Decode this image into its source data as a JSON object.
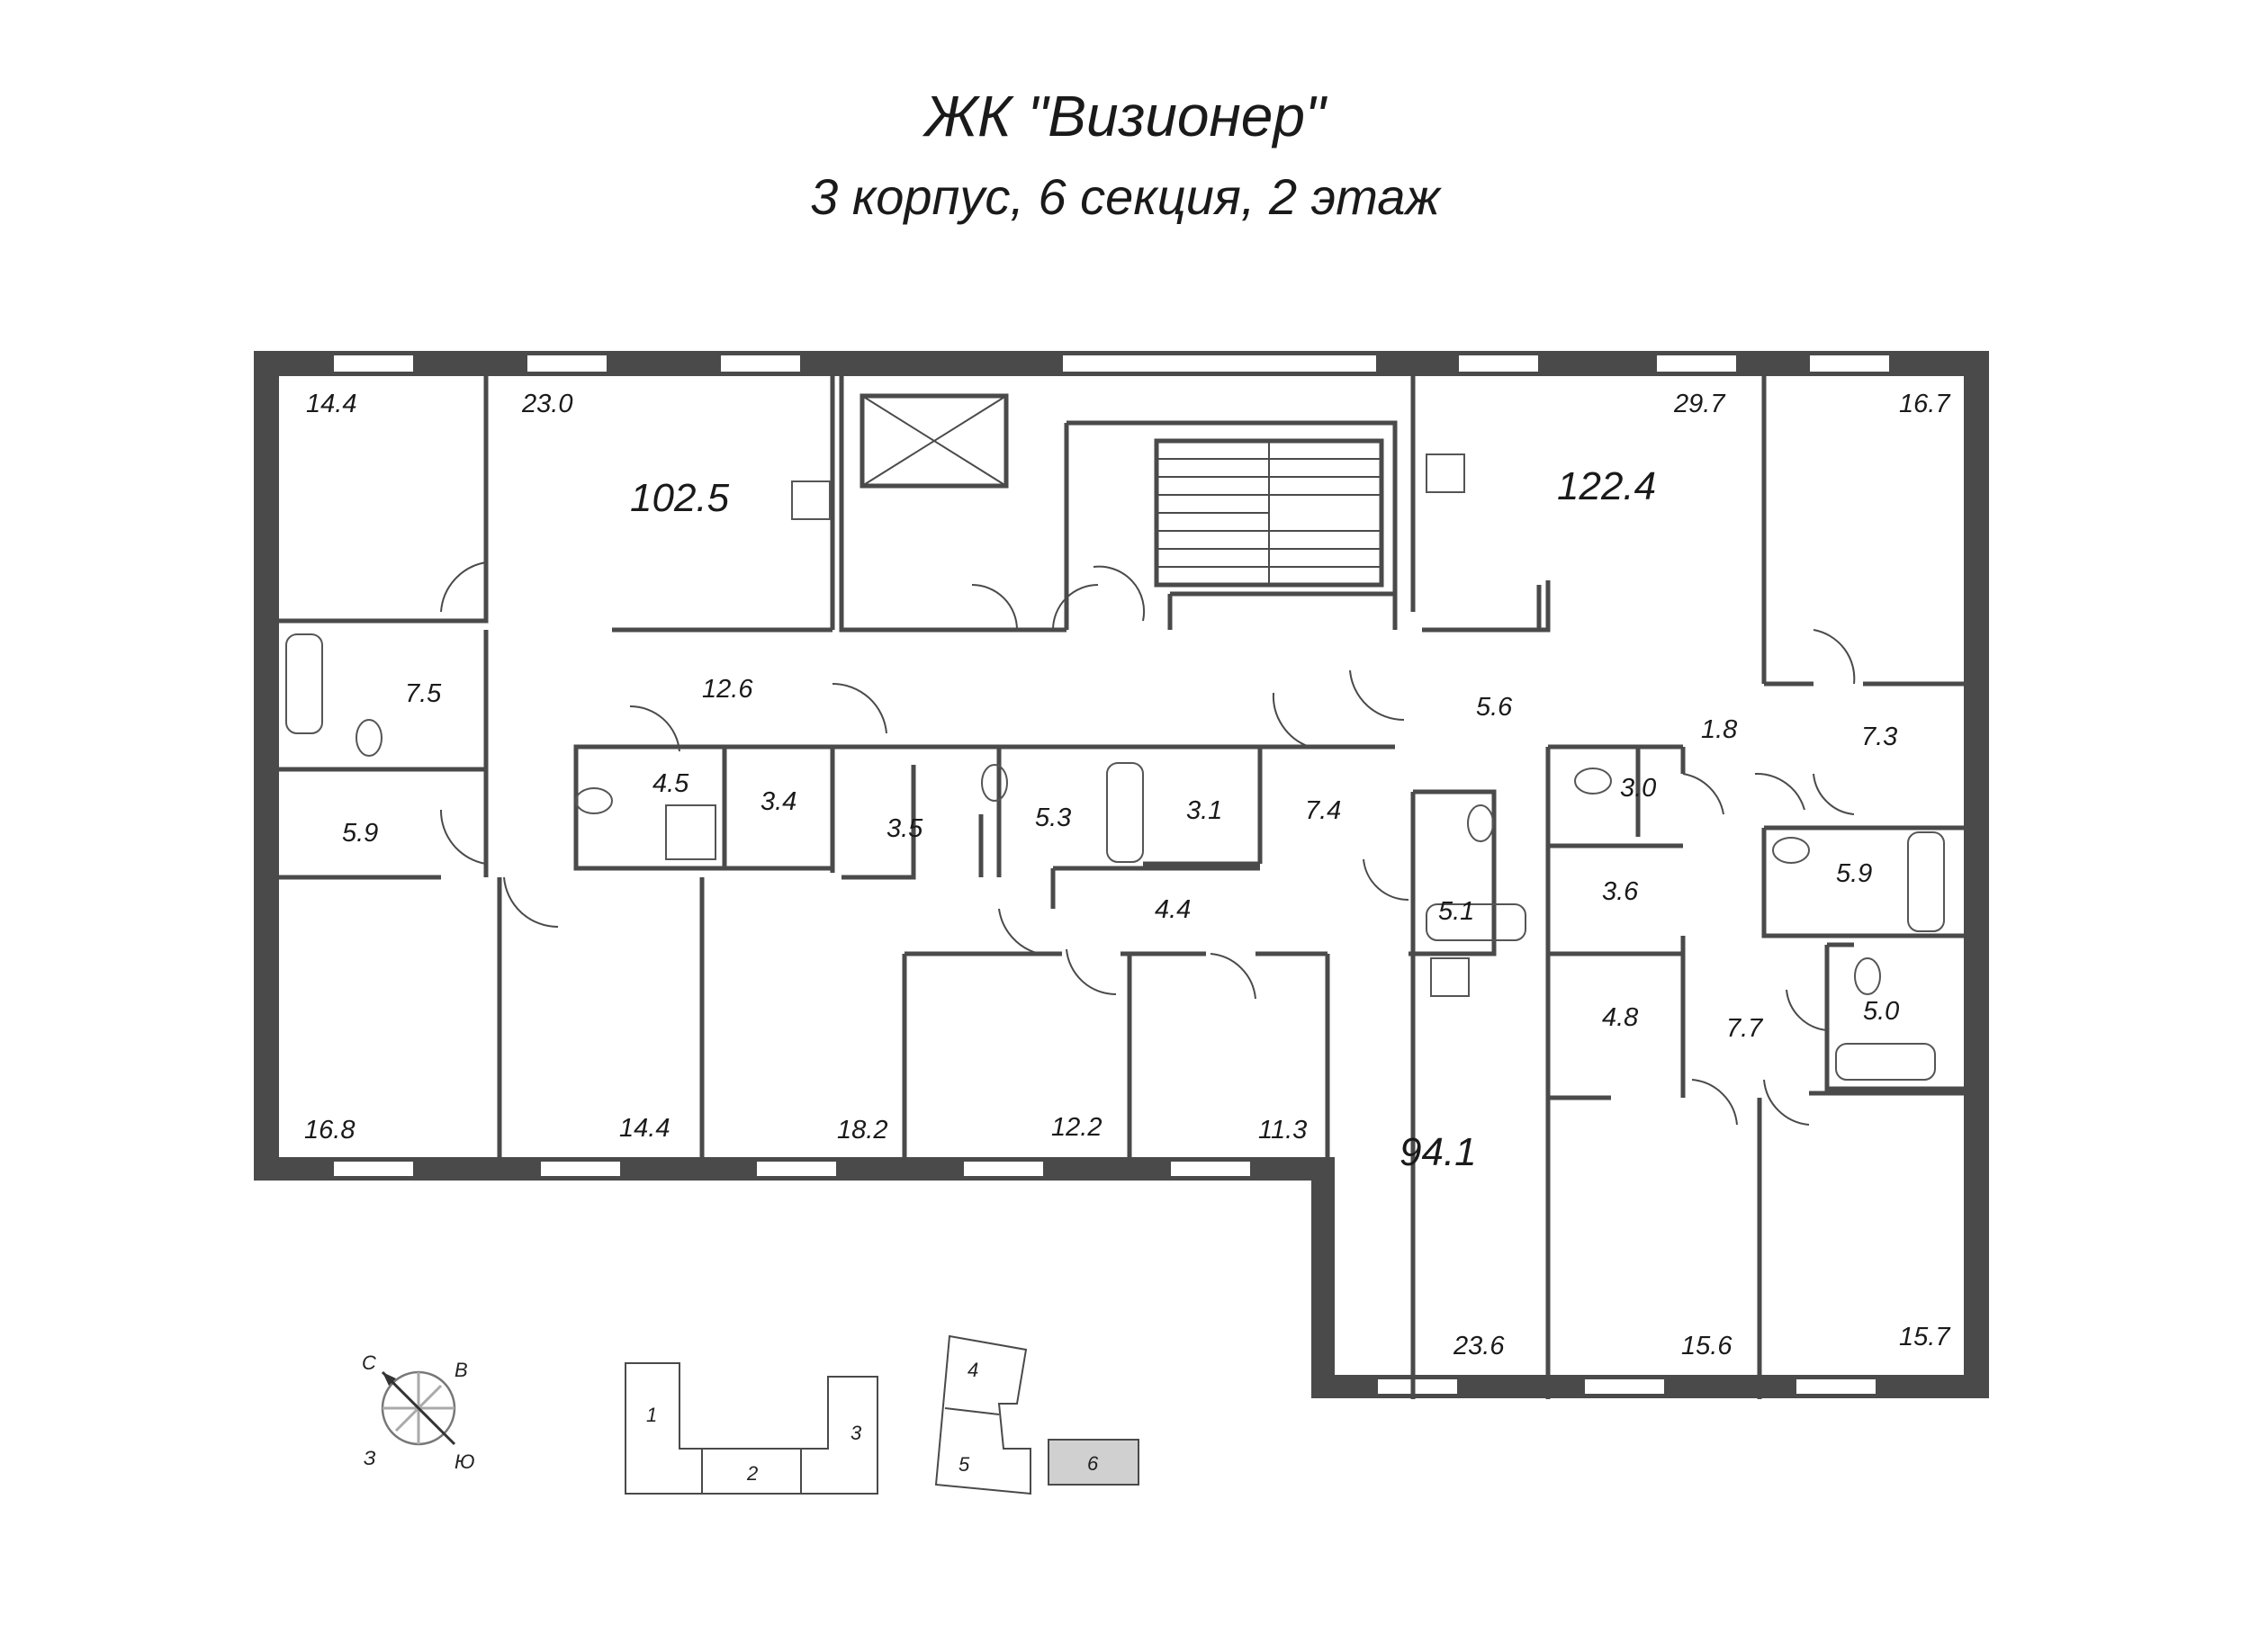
{
  "header": {
    "complex_name": "ЖК \"Визионер\"",
    "location": "3 корпус, 6 секция, 2 этаж"
  },
  "apartments": [
    {
      "id": "apt-left",
      "total": "102.5"
    },
    {
      "id": "apt-right-top",
      "total": "122.4"
    },
    {
      "id": "apt-center",
      "total": "94.1"
    }
  ],
  "rooms": {
    "r1": "14.4",
    "r2": "23.0",
    "r3": "7.5",
    "r4": "12.6",
    "r5": "5.9",
    "r6": "4.5",
    "r7": "3.4",
    "r8": "3.5",
    "r9": "5.3",
    "r10": "3.1",
    "r11": "7.4",
    "r12": "4.4",
    "r13": "16.8",
    "r14": "14.4",
    "r15": "18.2",
    "r16": "12.2",
    "r17": "11.3",
    "r18": "29.7",
    "r19": "16.7",
    "r20": "5.6",
    "r21": "1.8",
    "r22": "7.3",
    "r23": "3.0",
    "r24": "5.1",
    "r25": "3.6",
    "r26": "5.9",
    "r27": "5.0",
    "r28": "4.8",
    "r29": "7.7",
    "r30": "23.6",
    "r31": "15.6",
    "r32": "15.7"
  },
  "compass": {
    "n": "С",
    "e": "В",
    "w": "З",
    "s": "Ю"
  },
  "key_plan": {
    "sections": [
      "1",
      "2",
      "3",
      "4",
      "5",
      "6"
    ],
    "highlighted": "6",
    "highlight_color": "#d0d0d0"
  },
  "colors": {
    "wall": "#4a4a4a",
    "line": "#4a4a4a",
    "background": "#ffffff"
  }
}
